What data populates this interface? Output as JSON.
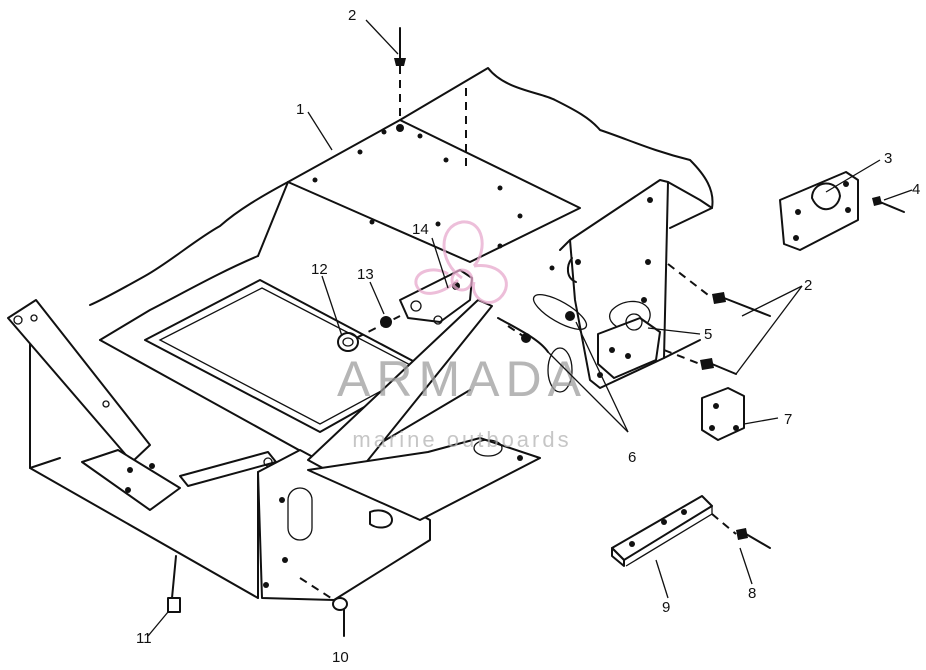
{
  "callouts": {
    "c1": "1",
    "c2_top": "2",
    "c2_right": "2",
    "c3": "3",
    "c4": "4",
    "c5": "5",
    "c6": "6",
    "c7": "7",
    "c8": "8",
    "c9": "9",
    "c10": "10",
    "c11": "11",
    "c12": "12",
    "c13": "13",
    "c14": "14"
  },
  "watermark": {
    "title": "ARMADA",
    "subtitle": "marine outboards",
    "logo_color": "#e7a9cd",
    "text_color": "#9e9e9e"
  }
}
